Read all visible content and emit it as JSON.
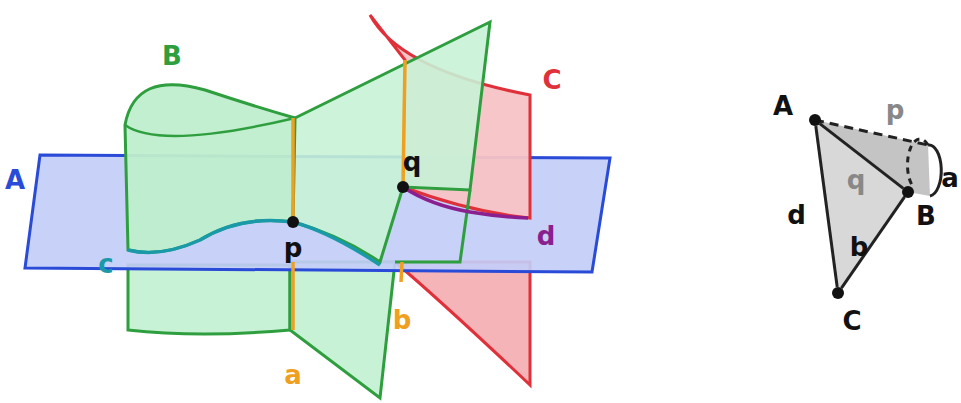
{
  "diagram": {
    "nodes": [
      {
        "text": [
          "A"
        ]
      },
      {
        "text": [
          "B"
        ]
      },
      {
        "text": [
          "C"
        ]
      }
    ],
    "edges": [
      {
        "from": 0,
        "to": 2,
        "arrow": "none",
        "label": "d"
      },
      {
        "from": 1,
        "to": 2,
        "arrow": "none",
        "label": "b"
      },
      {
        "from": 0,
        "to": 1,
        "arrow": "none"
      }
    ],
    "labels": [
      "A",
      "B",
      "C",
      "a",
      "b",
      "c",
      "d",
      "p",
      "q",
      "p",
      "q",
      "a"
    ]
  }
}
